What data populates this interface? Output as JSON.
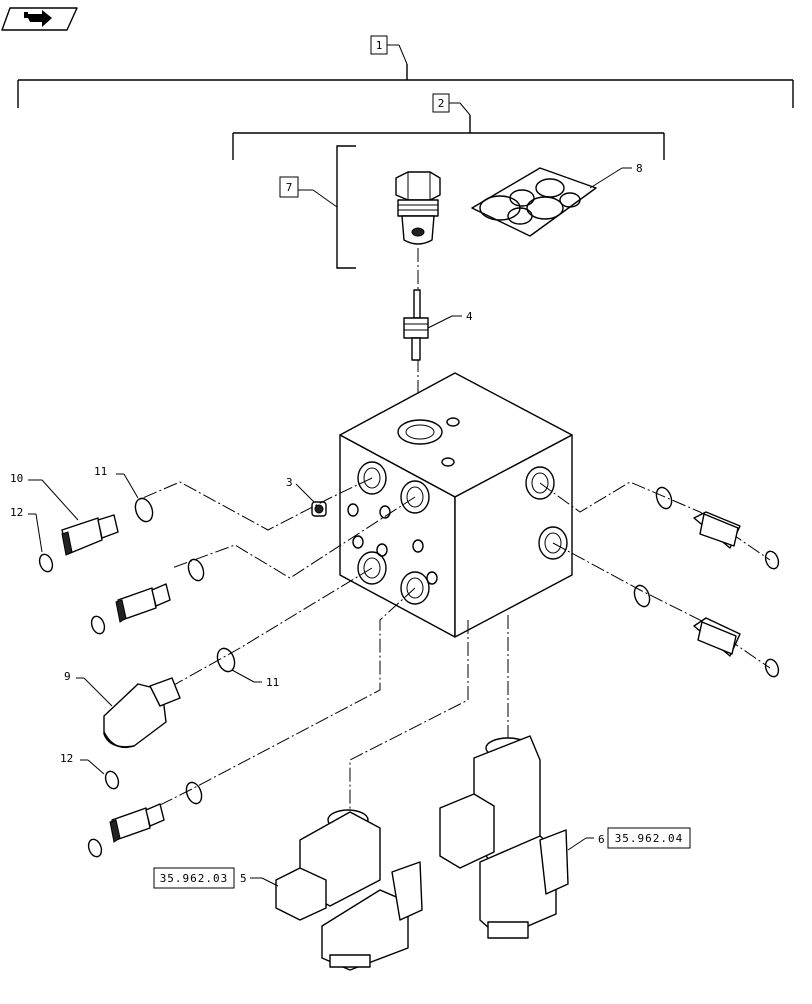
{
  "nav": {
    "icon": "arrow-right-icon"
  },
  "callouts": {
    "c1": "1",
    "c2": "2",
    "c3": "3",
    "c4": "4",
    "c5": "5",
    "c6": "6",
    "c7": "7",
    "c8": "8",
    "c9": "9",
    "c10": "10",
    "c11a": "11",
    "c11b": "11",
    "c12a": "12",
    "c12b": "12"
  },
  "references": {
    "ref5": "35.962.03",
    "ref6": "35.962.04"
  }
}
